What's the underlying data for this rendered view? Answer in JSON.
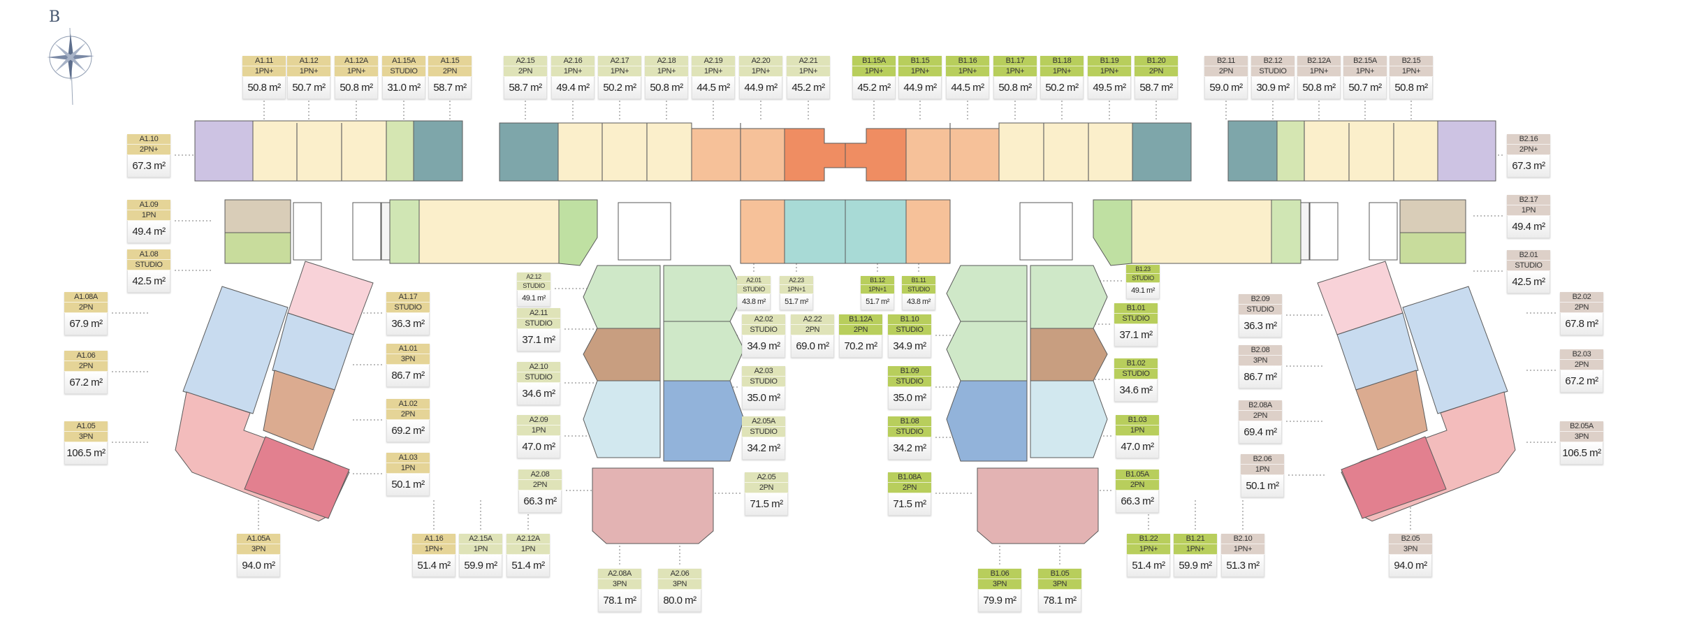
{
  "compass": {
    "label": "B"
  },
  "group_colors": {
    "A1": "#e5d497",
    "A2": "#dfe3b8",
    "B1": "#b8ce5c",
    "B2": "#ddd0c8"
  },
  "units": [
    {
      "id": "A1.11",
      "type": "1PN+",
      "area": "50.8 m²",
      "group": "A1"
    },
    {
      "id": "A1.12",
      "type": "1PN+",
      "area": "50.7 m²",
      "group": "A1"
    },
    {
      "id": "A1.12A",
      "type": "1PN+",
      "area": "50.8 m²",
      "group": "A1"
    },
    {
      "id": "A1.15A",
      "type": "STUDIO",
      "area": "31.0 m²",
      "group": "A1"
    },
    {
      "id": "A1.15",
      "type": "2PN",
      "area": "58.7 m²",
      "group": "A1"
    },
    {
      "id": "A2.15",
      "type": "2PN",
      "area": "58.7 m²",
      "group": "A2"
    },
    {
      "id": "A2.16",
      "type": "1PN+",
      "area": "49.4 m²",
      "group": "A2"
    },
    {
      "id": "A2.17",
      "type": "1PN+",
      "area": "50.2 m²",
      "group": "A2"
    },
    {
      "id": "A2.18",
      "type": "1PN+",
      "area": "50.8 m²",
      "group": "A2"
    },
    {
      "id": "A2.19",
      "type": "1PN+",
      "area": "44.5 m²",
      "group": "A2"
    },
    {
      "id": "A2.20",
      "type": "1PN+",
      "area": "44.9 m²",
      "group": "A2"
    },
    {
      "id": "A2.21",
      "type": "1PN+",
      "area": "45.2 m²",
      "group": "A2"
    },
    {
      "id": "B1.15A",
      "type": "1PN+",
      "area": "45.2 m²",
      "group": "B1"
    },
    {
      "id": "B1.15",
      "type": "1PN+",
      "area": "44.9 m²",
      "group": "B1"
    },
    {
      "id": "B1.16",
      "type": "1PN+",
      "area": "44.5 m²",
      "group": "B1"
    },
    {
      "id": "B1.17",
      "type": "1PN+",
      "area": "50.8 m²",
      "group": "B1"
    },
    {
      "id": "B1.18",
      "type": "1PN+",
      "area": "50.2 m²",
      "group": "B1"
    },
    {
      "id": "B1.19",
      "type": "1PN+",
      "area": "49.5 m²",
      "group": "B1"
    },
    {
      "id": "B1.20",
      "type": "2PN",
      "area": "58.7 m²",
      "group": "B1"
    },
    {
      "id": "B2.11",
      "type": "2PN",
      "area": "59.0 m²",
      "group": "B2"
    },
    {
      "id": "B2.12",
      "type": "STUDIO",
      "area": "30.9 m²",
      "group": "B2"
    },
    {
      "id": "B2.12A",
      "type": "1PN+",
      "area": "50.8 m²",
      "group": "B2"
    },
    {
      "id": "B2.15A",
      "type": "1PN+",
      "area": "50.7 m²",
      "group": "B2"
    },
    {
      "id": "B2.15",
      "type": "1PN+",
      "area": "50.8 m²",
      "group": "B2"
    },
    {
      "id": "A1.10",
      "type": "2PN+",
      "area": "67.3 m²",
      "group": "A1"
    },
    {
      "id": "A1.09",
      "type": "1PN",
      "area": "49.4 m²",
      "group": "A1"
    },
    {
      "id": "A1.08",
      "type": "STUDIO",
      "area": "42.5 m²",
      "group": "A1"
    },
    {
      "id": "A1.08A",
      "type": "2PN",
      "area": "67.9 m²",
      "group": "A1"
    },
    {
      "id": "A1.06",
      "type": "2PN",
      "area": "67.2 m²",
      "group": "A1"
    },
    {
      "id": "A1.05",
      "type": "3PN",
      "area": "106.5 m²",
      "group": "A1"
    },
    {
      "id": "A1.05A",
      "type": "3PN",
      "area": "94.0 m²",
      "group": "A1"
    },
    {
      "id": "A1.17",
      "type": "STUDIO",
      "area": "36.3 m²",
      "group": "A1"
    },
    {
      "id": "A1.01",
      "type": "3PN",
      "area": "86.7 m²",
      "group": "A1"
    },
    {
      "id": "A1.02",
      "type": "2PN",
      "area": "69.2 m²",
      "group": "A1"
    },
    {
      "id": "A1.03",
      "type": "1PN",
      "area": "50.1 m²",
      "group": "A1"
    },
    {
      "id": "A1.16",
      "type": "1PN+",
      "area": "51.4 m²",
      "group": "A1"
    },
    {
      "id": "A2.15A",
      "type": "1PN",
      "area": "59.9 m²",
      "group": "A2"
    },
    {
      "id": "A2.12A",
      "type": "1PN",
      "area": "51.4 m²",
      "group": "A2"
    },
    {
      "id": "A2.12",
      "type": "STUDIO",
      "area": "49.1 m²",
      "group": "A2"
    },
    {
      "id": "A2.11",
      "type": "STUDIO",
      "area": "37.1 m²",
      "group": "A2"
    },
    {
      "id": "A2.10",
      "type": "STUDIO",
      "area": "34.6 m²",
      "group": "A2"
    },
    {
      "id": "A2.09",
      "type": "1PN",
      "area": "47.0 m²",
      "group": "A2"
    },
    {
      "id": "A2.08",
      "type": "2PN",
      "area": "66.3 m²",
      "group": "A2"
    },
    {
      "id": "A2.08A",
      "type": "3PN",
      "area": "78.1 m²",
      "group": "A2"
    },
    {
      "id": "A2.06",
      "type": "3PN",
      "area": "80.0 m²",
      "group": "A2"
    },
    {
      "id": "A2.01",
      "type": "STUDIO",
      "area": "43.8 m²",
      "group": "A2"
    },
    {
      "id": "A2.23",
      "type": "1PN+1",
      "area": "51.7 m²",
      "group": "A2"
    },
    {
      "id": "B1.12",
      "type": "1PN+1",
      "area": "51.7 m²",
      "group": "B1"
    },
    {
      "id": "B1.11",
      "type": "STUDIO",
      "area": "43.8 m²",
      "group": "B1"
    },
    {
      "id": "A2.02",
      "type": "STUDIO",
      "area": "34.9 m²",
      "group": "A2"
    },
    {
      "id": "A2.22",
      "type": "2PN",
      "area": "69.0 m²",
      "group": "A2"
    },
    {
      "id": "B1.12A",
      "type": "2PN",
      "area": "70.2 m²",
      "group": "B1"
    },
    {
      "id": "B1.10",
      "type": "STUDIO",
      "area": "34.9 m²",
      "group": "B1"
    },
    {
      "id": "A2.03",
      "type": "STUDIO",
      "area": "35.0 m²",
      "group": "A2"
    },
    {
      "id": "B1.09",
      "type": "STUDIO",
      "area": "35.0 m²",
      "group": "B1"
    },
    {
      "id": "A2.05A",
      "type": "STUDIO",
      "area": "34.2 m²",
      "group": "A2"
    },
    {
      "id": "B1.08",
      "type": "STUDIO",
      "area": "34.2 m²",
      "group": "B1"
    },
    {
      "id": "A2.05",
      "type": "2PN",
      "area": "71.5 m²",
      "group": "A2"
    },
    {
      "id": "B1.08A",
      "type": "2PN",
      "area": "71.5 m²",
      "group": "B1"
    },
    {
      "id": "B1.23",
      "type": "STUDIO",
      "area": "49.1 m²",
      "group": "B1"
    },
    {
      "id": "B1.01",
      "type": "STUDIO",
      "area": "37.1 m²",
      "group": "B1"
    },
    {
      "id": "B1.02",
      "type": "STUDIO",
      "area": "34.6 m²",
      "group": "B1"
    },
    {
      "id": "B1.03",
      "type": "1PN",
      "area": "47.0 m²",
      "group": "B1"
    },
    {
      "id": "B1.05A",
      "type": "2PN",
      "area": "66.3 m²",
      "group": "B1"
    },
    {
      "id": "B1.06",
      "type": "3PN",
      "area": "79.9 m²",
      "group": "B1"
    },
    {
      "id": "B1.05",
      "type": "3PN",
      "area": "78.1 m²",
      "group": "B1"
    },
    {
      "id": "B1.22",
      "type": "1PN+",
      "area": "51.4 m²",
      "group": "B1"
    },
    {
      "id": "B1.21",
      "type": "1PN+",
      "area": "59.9 m²",
      "group": "B1"
    },
    {
      "id": "B2.10",
      "type": "1PN+",
      "area": "51.3 m²",
      "group": "B2"
    },
    {
      "id": "B2.09",
      "type": "STUDIO",
      "area": "36.3 m²",
      "group": "B2"
    },
    {
      "id": "B2.08",
      "type": "3PN",
      "area": "86.7 m²",
      "group": "B2"
    },
    {
      "id": "B2.08A",
      "type": "2PN",
      "area": "69.4 m²",
      "group": "B2"
    },
    {
      "id": "B2.06",
      "type": "1PN",
      "area": "50.1 m²",
      "group": "B2"
    },
    {
      "id": "B2.05",
      "type": "3PN",
      "area": "94.0 m²",
      "group": "B2"
    },
    {
      "id": "B2.16",
      "type": "2PN+",
      "area": "67.3 m²",
      "group": "B2"
    },
    {
      "id": "B2.17",
      "type": "1PN",
      "area": "49.4 m²",
      "group": "B2"
    },
    {
      "id": "B2.01",
      "type": "STUDIO",
      "area": "42.5 m²",
      "group": "B2"
    },
    {
      "id": "B2.02",
      "type": "2PN",
      "area": "67.8 m²",
      "group": "B2"
    },
    {
      "id": "B2.03",
      "type": "2PN",
      "area": "67.2 m²",
      "group": "B2"
    },
    {
      "id": "B2.05A",
      "type": "3PN",
      "area": "106.5 m²",
      "group": "B2"
    }
  ]
}
